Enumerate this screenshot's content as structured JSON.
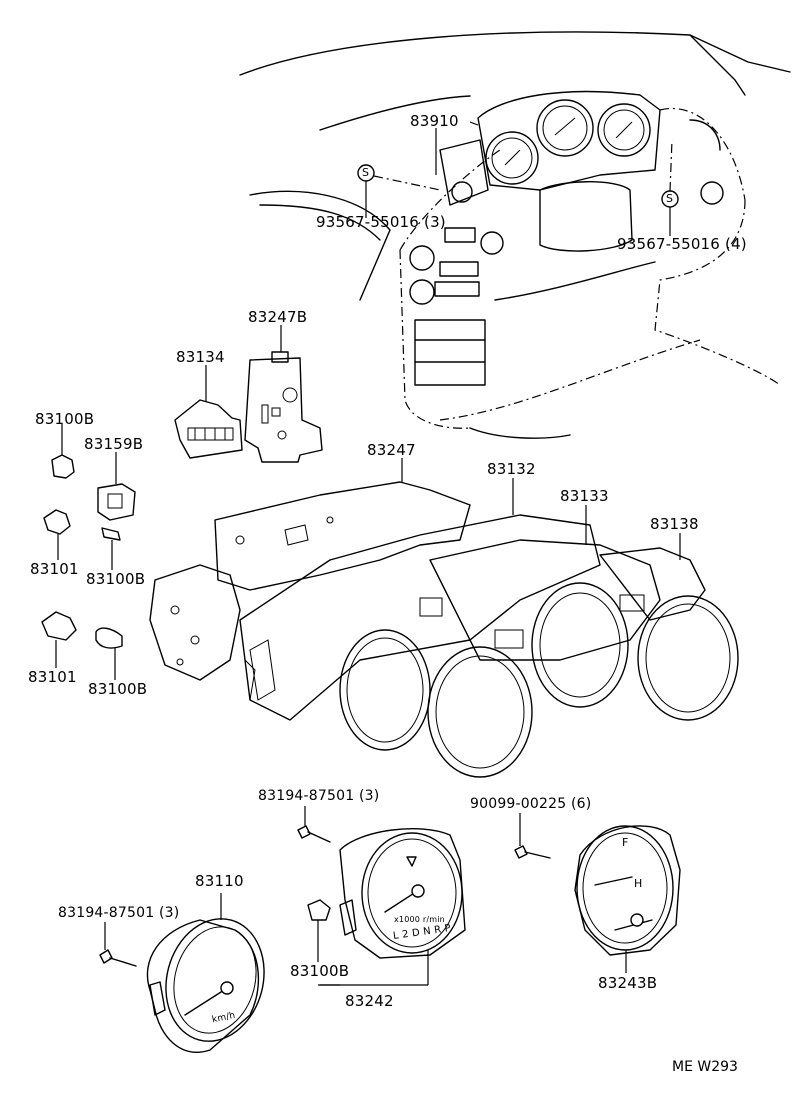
{
  "diagram": {
    "footer_code": "ME W293",
    "screw_symbol": "S"
  },
  "parts": {
    "p83910": "83910",
    "p93567_3": "93567-55016 (3)",
    "p93567_4": "93567-55016 (4)",
    "p83247B": "83247B",
    "p83134": "83134",
    "p83100B_a": "83100B",
    "p83159B": "83159B",
    "p83101_a": "83101",
    "p83100B_b": "83100B",
    "p83101_b": "83101",
    "p83100B_c": "83100B",
    "p83247": "83247",
    "p83132": "83132",
    "p83133": "83133",
    "p83138": "83138",
    "p83194_a": "83194-87501 (3)",
    "p90099": "90099-00225 (6)",
    "p83110": "83110",
    "p83194_b": "83194-87501 (3)",
    "p83100B_d": "83100B",
    "p83242": "83242",
    "p83243B": "83243B"
  },
  "gauge_text": {
    "speedo_unit": "km/h",
    "tacho_gear": "L 2 D N R P",
    "tacho_scale": "x1000 r/min",
    "fuel_full": "F",
    "temp_hot": "H"
  }
}
